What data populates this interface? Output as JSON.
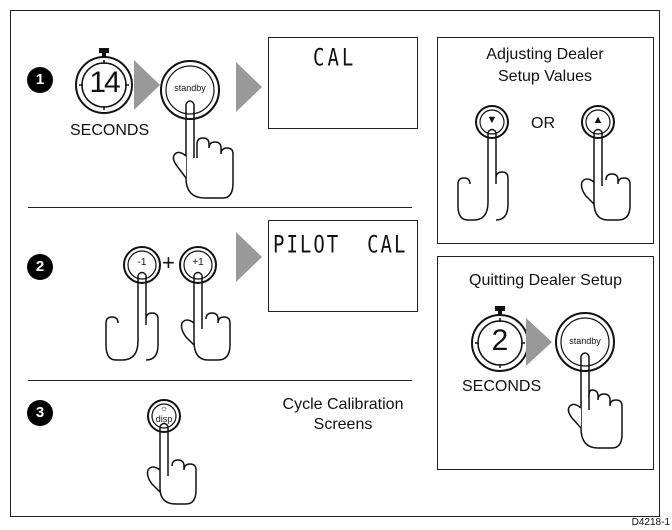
{
  "steps": [
    {
      "number": "1",
      "timer_value": "14",
      "timer_caption": "SECONDS",
      "button_label": "standby",
      "display_text": "CAL"
    },
    {
      "number": "2",
      "left_button": "-1",
      "plus": "+",
      "right_button": "+1",
      "display_text": "PILOT  CAL"
    },
    {
      "number": "3",
      "button_label": "disp",
      "button_symbol": "☼",
      "caption": "Cycle Calibration Screens"
    }
  ],
  "adjust_panel": {
    "title": "Adjusting Dealer Setup Values",
    "down_symbol": "▼",
    "or_label": "OR",
    "up_symbol": "▲"
  },
  "quit_panel": {
    "title": "Quitting Dealer Setup",
    "timer_value": "2",
    "timer_caption": "SECONDS",
    "button_label": "standby"
  },
  "figure_code": "D4218-1"
}
